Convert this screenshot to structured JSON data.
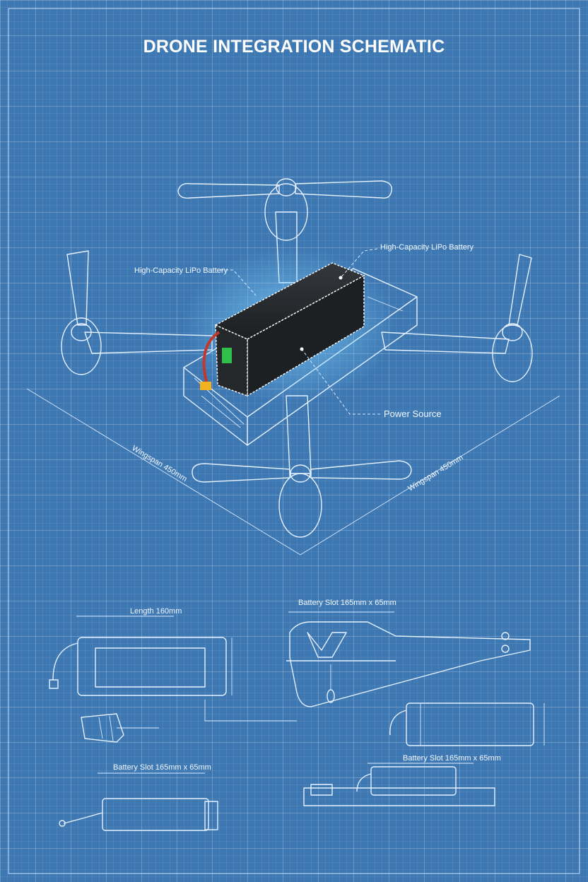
{
  "title": "DRONE INTEGRATION SCHEMATIC",
  "callouts": {
    "battery_left": "High-Capacity LiPo Battery",
    "battery_right": "High-Capacity LiPo Battery",
    "power_source": "Power Source"
  },
  "dimensions": {
    "wingspan_left": "Wingspan 450mm",
    "wingspan_right": "Wingspan 450mm",
    "length": "Length 160mm",
    "battery_slot_top": "Battery Slot 165mm x 65mm",
    "battery_slot_bottom_left": "Battery Slot 165mm x 65mm",
    "battery_slot_bottom_right": "Battery Slot 165mm x 65mm"
  },
  "colors": {
    "background": "#3e78b3",
    "line": "#e6f1ff",
    "battery": "#1e2124",
    "battery_indicator": "#2fbf4a",
    "lead_wire": "#c0392b",
    "connector": "#f2b21f"
  }
}
